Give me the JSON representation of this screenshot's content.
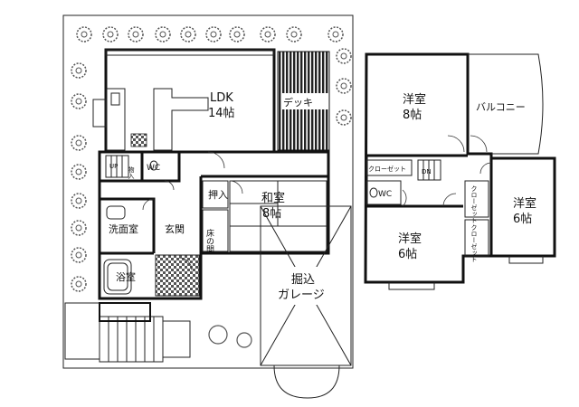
{
  "rooms": {
    "ldk_name": "LDK",
    "ldk_size": "14帖",
    "deck": "デッキ",
    "washitsu_name": "和室",
    "washitsu_size": "8帖",
    "oshiire": "押入",
    "tokonoma": "床の間",
    "storage": "物入",
    "wc_first": "WC",
    "senmen": "洗面室",
    "genkan": "玄関",
    "yokushitsu": "浴室",
    "garage_line1": "掘込",
    "garage_line2": "ガレージ",
    "yoshitsu1_name": "洋室",
    "yoshitsu1_size": "8帖",
    "balcony": "バルコニー",
    "closet_h": "クローゼット",
    "wc_second": "WC",
    "yoshitsu2_name": "洋室",
    "yoshitsu2_size": "6帖",
    "yoshitsu3_name": "洋室",
    "yoshitsu3_size": "6帖",
    "closet_v1": "クローゼット",
    "closet_v2": "クローゼット",
    "stair_up": "UP",
    "stair_dn": "DN"
  },
  "colors": {
    "wall": "#111111",
    "hatch": "#222222",
    "tree": "#555555"
  }
}
